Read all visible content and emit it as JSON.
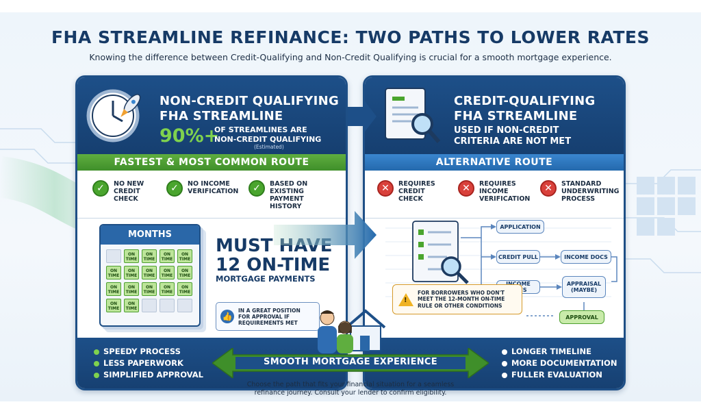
{
  "header": {
    "title": "FHA STREAMLINE REFINANCE: TWO PATHS TO LOWER RATES",
    "subtitle": "Knowing the difference between Credit-Qualifying and Non-Credit Qualifying is crucial for a smooth mortgage experience."
  },
  "left_panel": {
    "title_line1": "NON-CREDIT QUALIFYING",
    "title_line2": "FHA STREAMLINE",
    "stat_value": "90%+",
    "stat_line1": "OF STREAMLINES ARE",
    "stat_line2": "NON-CREDIT QUALIFYING",
    "stat_note": "(Estimated)",
    "route_label": "FASTEST & MOST COMMON ROUTE",
    "features": [
      {
        "line1": "NO NEW",
        "line2": "CREDIT",
        "line3": "CHECK"
      },
      {
        "line1": "NO INCOME",
        "line2": "VERIFICATION",
        "line3": ""
      },
      {
        "line1": "BASED ON",
        "line2": "EXISTING",
        "line3": "PAYMENT",
        "line4": "HISTORY"
      }
    ],
    "calendar_title": "MONTHS",
    "calendar_cell_line1": "ON",
    "calendar_cell_line2": "TIME",
    "must_line1": "MUST HAVE",
    "must_line2": "12 ON-TIME",
    "must_sub": "MORTGAGE PAYMENTS",
    "position_line1": "IN A GREAT POSITION",
    "position_line2": "FOR APPROVAL IF",
    "position_line3": "REQUIREMENTS MET",
    "benefits": [
      "SPEEDY PROCESS",
      "LESS PAPERWORK",
      "SIMPLIFIED APPROVAL"
    ]
  },
  "right_panel": {
    "title_line1": "CREDIT-QUALIFYING",
    "title_line2": "FHA STREAMLINE",
    "sub_line1": "USED IF NON-CREDIT",
    "sub_line2": "CRITERIA ARE NOT MET",
    "route_label": "ALTERNATIVE ROUTE",
    "features": [
      {
        "line1": "REQUIRES",
        "line2": "CREDIT",
        "line3": "CHECK"
      },
      {
        "line1": "REQUIRES",
        "line2": "INCOME",
        "line3": "VERIFICATION"
      },
      {
        "line1": "STANDARD",
        "line2": "UNDERWRITING",
        "line3": "PROCESS"
      }
    ],
    "flow": {
      "application": "APPLICATION",
      "credit_pull": "CREDIT PULL",
      "income_docs_a": "INCOME DOCS",
      "income_docs_b": "INCOME DOCS",
      "appraisal_line1": "APPRAISAL",
      "appraisal_line2": "(MAYBE)",
      "approval": "APPROVAL"
    },
    "warn_line1": "FOR BORROWERS WHO DON'T",
    "warn_line2": "MEET THE 12-MONTH ON-TIME",
    "warn_line3": "RULE OR OTHER CONDITIONS",
    "drawbacks": [
      "LONGER TIMELINE",
      "MORE DOCUMENTATION",
      "FULLER EVALUATION"
    ]
  },
  "center": {
    "smooth_label": "SMOOTH MORTGAGE EXPERIENCE",
    "footnote_line1": "Choose the path that fits your financial situation for a seamless",
    "footnote_line2": "refinance journey. Consult your lender to confirm eligibility."
  },
  "colors": {
    "navy": "#163a66",
    "panel_blue": "#1d4f88",
    "green": "#4aa52e",
    "red": "#d9413b",
    "accent_blue": "#2469ad"
  }
}
